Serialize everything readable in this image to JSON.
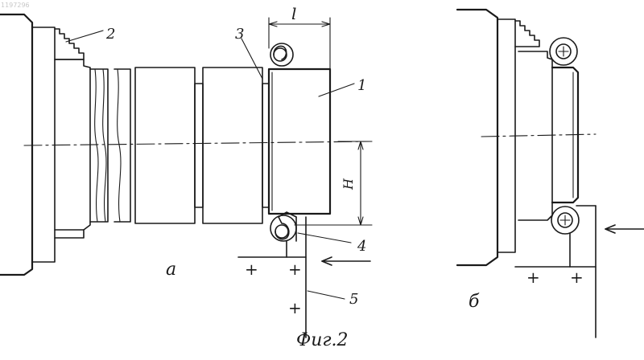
{
  "doc_number": "1197296",
  "view_a": {
    "label": "а",
    "part_numbers": [
      "1",
      "2",
      "3",
      "4",
      "5"
    ],
    "dim_l": "l",
    "dim_h": "H",
    "plus_marks": [
      "+",
      "+",
      "+"
    ]
  },
  "view_b": {
    "label": "б",
    "plus_marks": [
      "+",
      "+"
    ]
  },
  "caption": "Фuг.2"
}
